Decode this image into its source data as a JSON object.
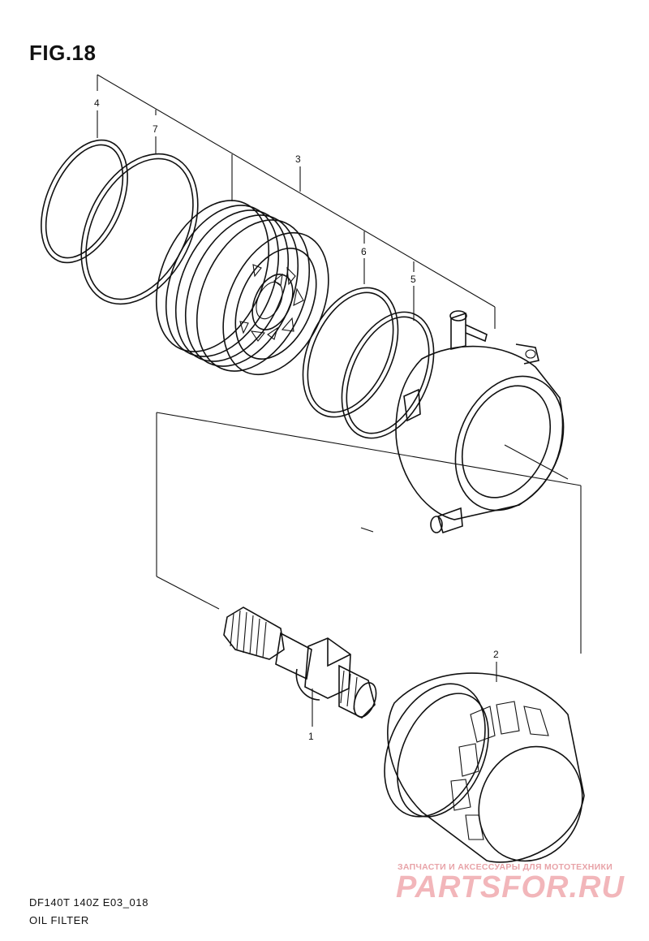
{
  "figure": {
    "title": "FIG.18",
    "code": "DF140T 140Z E03_018",
    "name": "OIL FILTER"
  },
  "callouts": [
    "1",
    "2",
    "3",
    "4",
    "5",
    "6",
    "7"
  ],
  "watermark": {
    "tagline": "ЗАПЧАСТИ И АКСЕССУАРЫ ДЛЯ МОТОТЕХНИКИ",
    "logo": "PARTSFOR.RU",
    "color": "#f2b6ba"
  }
}
